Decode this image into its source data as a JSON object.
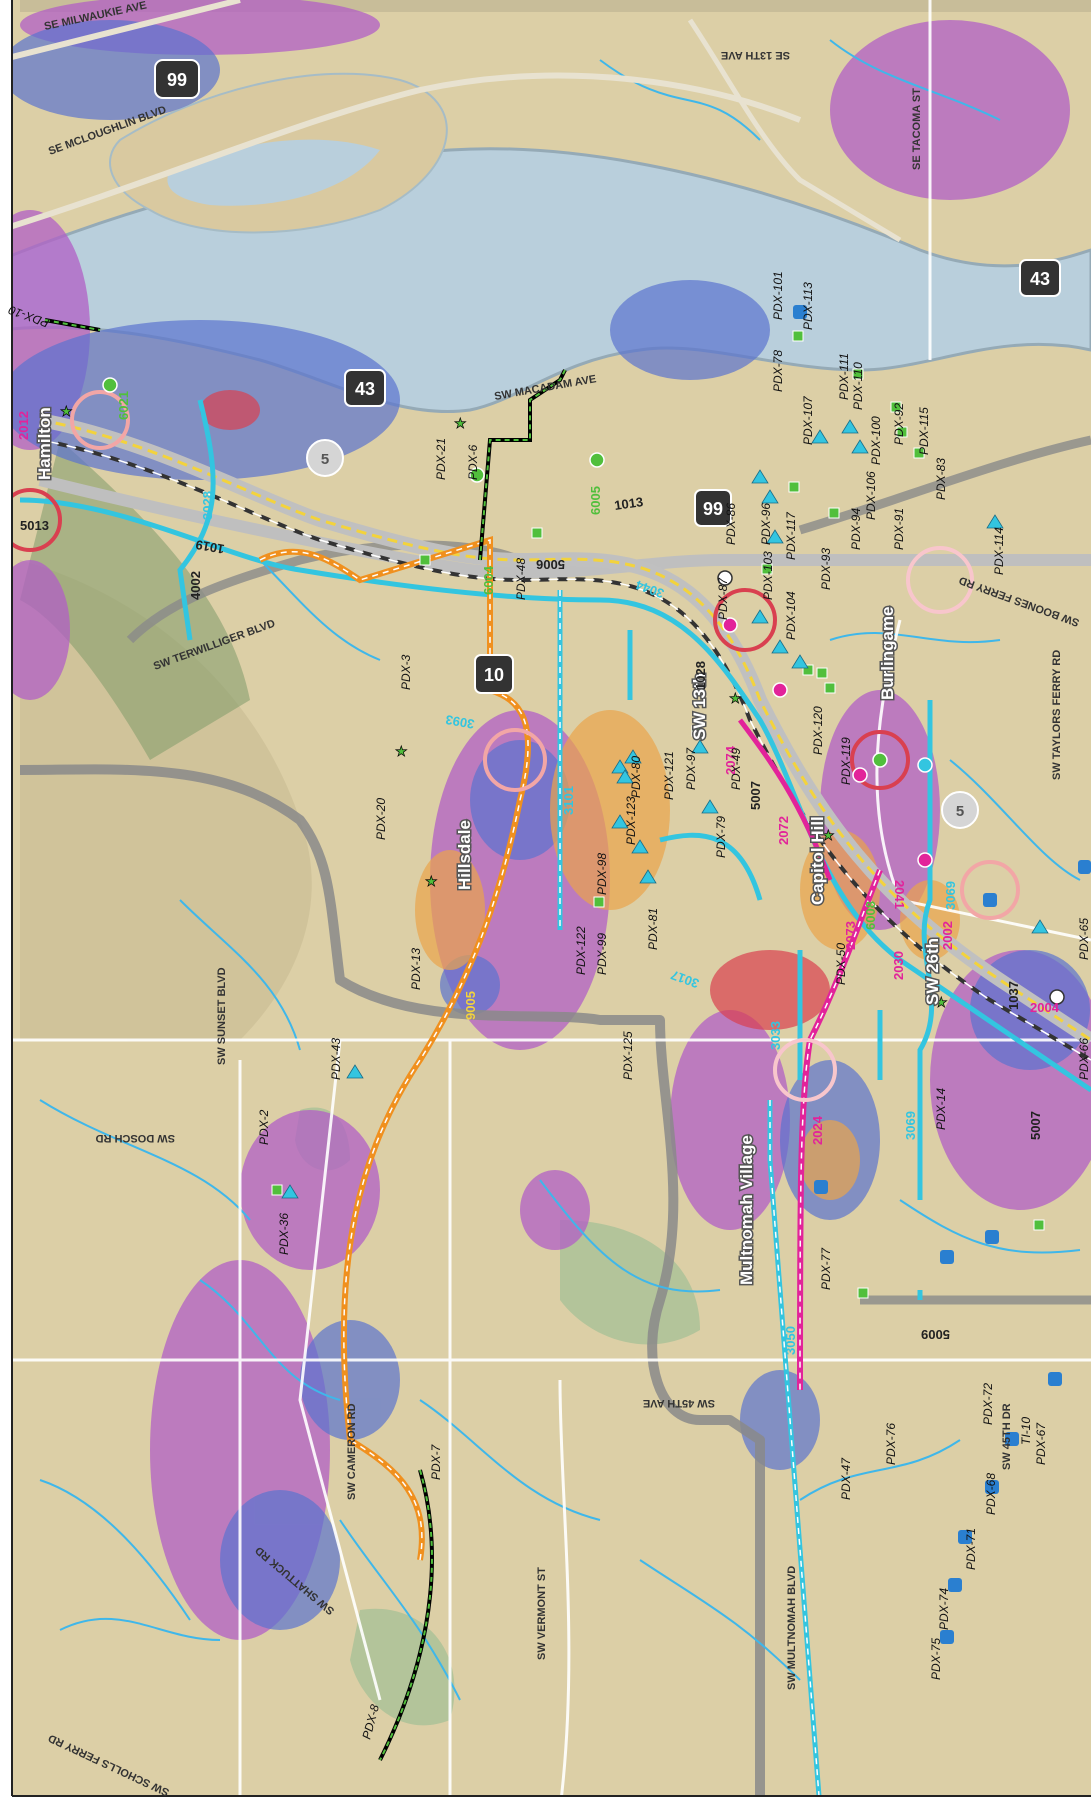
{
  "map": {
    "roads": [
      {
        "id": "milwaukie",
        "label": "SE MILWAUKIE AVE"
      },
      {
        "id": "mcloughlin",
        "label": "SE MCLOUGHLIN BLVD"
      },
      {
        "id": "se13th",
        "label": "SE 13TH AVE"
      },
      {
        "id": "tacoma",
        "label": "SE TACOMA ST"
      },
      {
        "id": "macadam",
        "label": "SW MACADAM AVE"
      },
      {
        "id": "terwilliger",
        "label": "SW TERWILLIGER BLVD"
      },
      {
        "id": "boones",
        "label": "SW BOONES FERRY RD"
      },
      {
        "id": "taylors",
        "label": "SW TAYLORS FERRY RD"
      },
      {
        "id": "sunset",
        "label": "SW SUNSET BLVD"
      },
      {
        "id": "dosch",
        "label": "SW DOSCH RD"
      },
      {
        "id": "45th",
        "label": "SW 45TH AVE"
      },
      {
        "id": "45thdr",
        "label": "SW 45TH DR"
      },
      {
        "id": "cameron",
        "label": "SW CAMERON RD"
      },
      {
        "id": "vermont",
        "label": "SW VERMONT ST"
      },
      {
        "id": "shattuck",
        "label": "SW SHATTUCK RD"
      },
      {
        "id": "multnomah",
        "label": "SW MULTNOMAH BLVD"
      },
      {
        "id": "scholls",
        "label": "SW SCHOLLS FERRY RD"
      }
    ],
    "places": [
      "Hillsdale",
      "Capitol Hill",
      "Multnomah Village",
      "SW 26th",
      "SW 13th",
      "Burlingame",
      "Hamilton"
    ],
    "shields": [
      "99",
      "43",
      "5",
      "10"
    ],
    "route_numbers": [
      "1013",
      "1019",
      "3093",
      "4002",
      "5006",
      "5013",
      "1028",
      "5007",
      "3044",
      "3101",
      "3017",
      "3033",
      "3069",
      "3050",
      "9005",
      "1037",
      "2004",
      "2012",
      "2024",
      "2030",
      "2041",
      "2072",
      "2073",
      "2074",
      "2002",
      "6005",
      "6004",
      "6021",
      "6008",
      "3028",
      "5009"
    ],
    "pdx_labels": [
      "PDX-2",
      "PDX-3",
      "PDX-6",
      "PDX-7",
      "PDX-8",
      "PDX-10",
      "PDX-13",
      "PDX-14",
      "PDX-20",
      "PDX-21",
      "PDX-36",
      "PDX-43",
      "PDX-47",
      "PDX-48",
      "PDX-49",
      "PDX-50",
      "PDX-65",
      "PDX-66",
      "PDX-67",
      "PDX-68",
      "PDX-71",
      "PDX-72",
      "PDX-74",
      "PDX-75",
      "PDX-76",
      "PDX-77",
      "PDX-78",
      "PDX-79",
      "PDX-80",
      "PDX-81",
      "PDX-83",
      "PDX-86",
      "PDX-87",
      "PDX-91",
      "PDX-92",
      "PDX-93",
      "PDX-94",
      "PDX-96",
      "PDX-97",
      "PDX-98",
      "PDX-99",
      "PDX-100",
      "PDX-101",
      "PDX-103",
      "PDX-104",
      "PDX-106",
      "PDX-107",
      "PDX-110",
      "PDX-111",
      "PDX-113",
      "PDX-114",
      "PDX-115",
      "PDX-117",
      "PDX-119",
      "PDX-120",
      "PDX-121",
      "PDX-122",
      "PDX-123",
      "PDX-125",
      "TI-10"
    ],
    "colors": {
      "land": "#dccfa6",
      "water": "#b9cfdc",
      "river_edge": "#95aab6",
      "park": "#b3c49a",
      "purple_zone": "#b25fc6",
      "blue_zone": "#5b74cf",
      "orange_zone": "#e9a44b",
      "red_zone": "#d94050",
      "stream": "#3fb7ea",
      "cyan_route": "#33c5e0",
      "magenta_route": "#e2239a",
      "orange_route": "#f0901e",
      "yellow_route": "#f3d33c",
      "rail": "#333333",
      "boundary": "#8a8a8a",
      "green_point": "#51bf3c"
    }
  }
}
